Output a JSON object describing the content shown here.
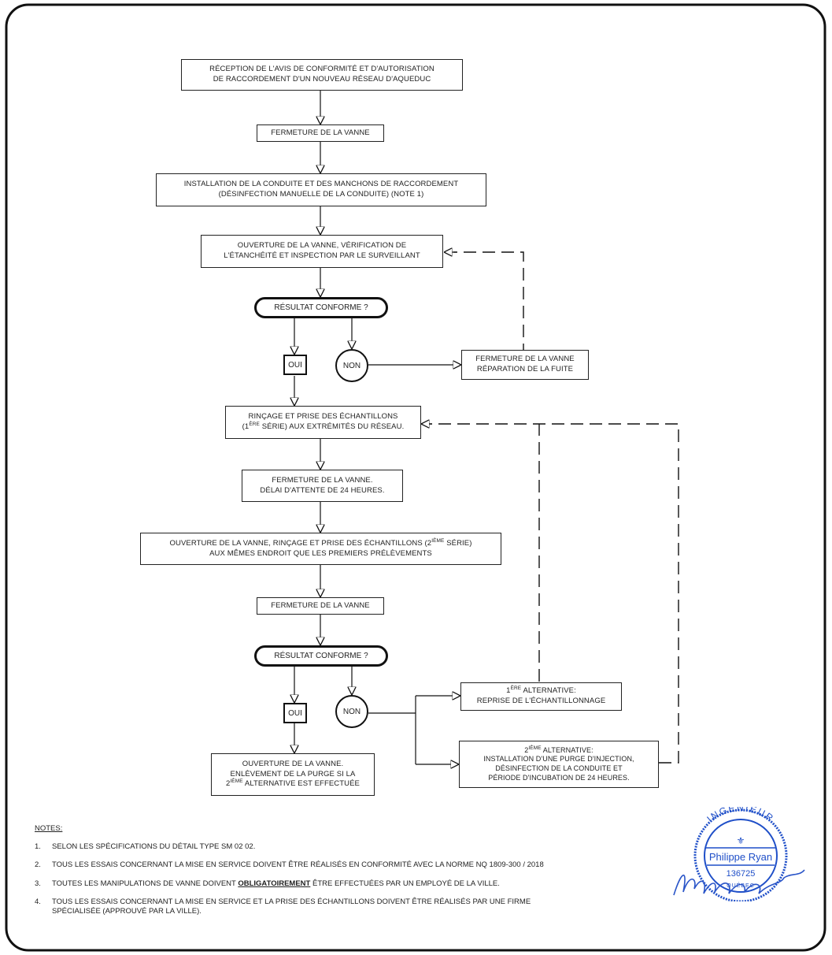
{
  "flowchart": {
    "step1": [
      "RÉCEPTION DE L'AVIS DE CONFORMITÉ ET D'AUTORISATION",
      "DE RACCORDEMENT D'UN NOUVEAU RÉSEAU D'AQUEDUC"
    ],
    "step2": "FERMETURE DE LA VANNE",
    "step3": [
      "INSTALLATION DE LA CONDUITE ET DES MANCHONS DE RACCORDEMENT",
      "(DÉSINFECTION MANUELLE DE LA CONDUITE) (NOTE 1)"
    ],
    "step4": [
      "OUVERTURE DE LA VANNE, VÉRIFICATION DE",
      "L'ÉTANCHÉITÉ ET INSPECTION PAR LE SURVEILLANT"
    ],
    "decision1": "RÉSULTAT CONFORME ?",
    "yes1": "OUI",
    "no1": "NON",
    "repair": [
      "FERMETURE DE LA VANNE",
      "RÉPARATION DE LA FUITE"
    ],
    "step5": {
      "line1": "RINÇAGE ET PRISE DES ÉCHANTILLONS",
      "line2_pre": "(1",
      "line2_sup": "ÈRE",
      "line2_post": " SÉRIE) AUX EXTRÉMITÉS DU RÉSEAU."
    },
    "step6": [
      "FERMETURE DE LA VANNE.",
      "DÉLAI D'ATTENTE DE 24 HEURES."
    ],
    "step7": {
      "line1_pre": "OUVERTURE DE LA VANNE, RINÇAGE ET PRISE DES ÉCHANTILLONS (2",
      "line1_sup": "IÈME",
      "line1_post": " SÉRIE)",
      "line2": "AUX MÊMES ENDROIT QUE LES PREMIERS PRÉLÈVEMENTS"
    },
    "step8": "FERMETURE DE LA VANNE",
    "decision2": "RÉSULTAT CONFORME ?",
    "yes2": "OUI",
    "no2": "NON",
    "alt1": {
      "line1_pre": "1",
      "line1_sup": "ÈRE",
      "line1_post": " ALTERNATIVE:",
      "line2": "REPRISE DE L'ÉCHANTILLONNAGE"
    },
    "alt2": {
      "line1_pre": "2",
      "line1_sup": "IÈME",
      "line1_post": " ALTERNATIVE:",
      "line2": "INSTALLATION D'UNE PURGE D'INJECTION,",
      "line3": "DÉSINFECTION DE LA CONDUITE ET",
      "line4": "PÉRIODE D'INCUBATION DE 24 HEURES."
    },
    "final": {
      "line1": "OUVERTURE DE LA VANNE.",
      "line2": "ENLÈVEMENT DE LA PURGE SI LA",
      "line3_pre": "2",
      "line3_sup": "IÈME",
      "line3_post": " ALTERNATIVE EST EFFECTUÉE"
    }
  },
  "notes": {
    "title": "NOTES:",
    "n1_num": "1.",
    "n1": "SELON LES SPÉCIFICATIONS DU DÉTAIL TYPE SM 02 02.",
    "n2_num": "2.",
    "n2": "TOUS LES ESSAIS CONCERNANT LA MISE EN SERVICE DOIVENT ÊTRE RÉALISÉS EN CONFORMITÉ AVEC LA NORME NQ 1809-300 / 2018",
    "n3_num": "3.",
    "n3_pre": "TOUTES LES MANIPULATIONS DE VANNE DOIVENT ",
    "n3_bold": "OBLIGATOIREMENT",
    "n3_post": " ÊTRE EFFECTUÉES PAR UN EMPLOYÉ DE LA VILLE.",
    "n4_num": "4.",
    "n4_line1": "TOUS LES ESSAIS CONCERNANT LA MISE EN SERVICE ET LA PRISE DES ÉCHANTILLONS DOIVENT ÊTRE RÉALISÉS PAR UNE FIRME",
    "n4_line2": "SPÉCIALISÉE (APPROUVÉ PAR LA VILLE)."
  },
  "seal": {
    "top": "INGÉNIEUR",
    "name": "Philippe Ryan",
    "number": "136725",
    "bottom": "QUÉBEC",
    "color": "#1f4fc8"
  },
  "colors": {
    "line": "#111111",
    "frame": "#111111"
  }
}
